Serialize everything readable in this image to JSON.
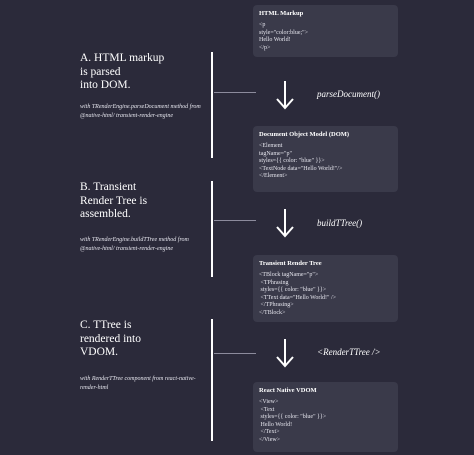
{
  "steps": [
    {
      "title": "A. HTML markup\nis parsed\ninto DOM.",
      "description": "with TRenderEngine.parseDocument method from @native-html/ transient-render-engine"
    },
    {
      "title": "B. Transient\nRender Tree is\nassembled.",
      "description": "with TRenderEngine.buildTTree method from @native-html/ transient-render-engine"
    },
    {
      "title": "C. TTree is\nrendered into\nVDOM.",
      "description": "with RenderTTree component from react-native-render-html"
    }
  ],
  "cards": [
    {
      "title": "HTML Markup",
      "code": "<p\nstyle=\"color:blue;\">\nHello World!\n</p>"
    },
    {
      "title": "Document Object Model (DOM)",
      "code": "<Element\ntagName=\"p\"\nstyles={{ color: \"blue\" }}>\n<TextNode data=\"Hello World!\"/>\n</Element>"
    },
    {
      "title": "Transient Render Tree",
      "code": "<TBlock tagName=\"p\">\n <TPhrasing\n styles={{ color: \"blue\" }}>\n <TText data=\"Hello World!\" />\n </TPhrasing>\n</TBlock>"
    },
    {
      "title": "React Native VDOM",
      "code": "<View>\n <Text\n styles={{ color: \"blue\" }}>\n Hello World!\n </Text>\n</View>"
    }
  ],
  "arrows": [
    {
      "label": "parseDocument()"
    },
    {
      "label": "buildTTree()"
    },
    {
      "label": "<RenderTTree />"
    }
  ]
}
